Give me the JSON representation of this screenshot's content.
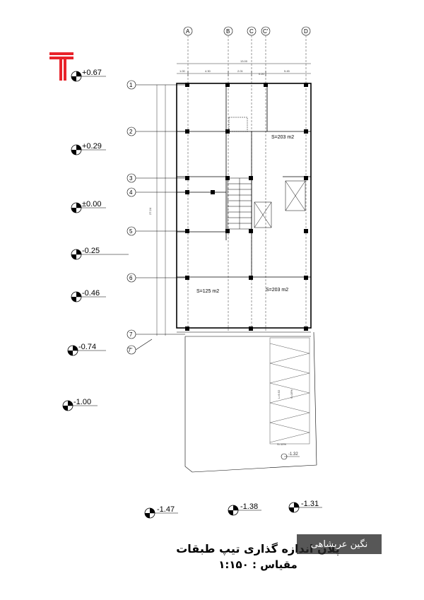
{
  "plan": {
    "grid_cols": [
      "A",
      "B",
      "C",
      "C'",
      "D"
    ],
    "grid_rows": [
      "1",
      "2",
      "3",
      "4",
      "5",
      "6",
      "7",
      "7'"
    ],
    "levels": [
      "+0.67",
      "+0.29",
      "±0.00",
      "-0.25",
      "-0.46",
      "-0.74",
      "-1.00",
      "-1.47",
      "-1.38",
      "-1.31",
      "-1.32"
    ],
    "areas": [
      "S=203 m2",
      "S=125 m2",
      "S=203 m2"
    ],
    "top_dims": [
      "13.00",
      "1.00",
      "4.30",
      "2.01",
      "0.20",
      "5.45"
    ],
    "overall_depth": "27.24",
    "ramp": [
      "L=9.52",
      "S=15%",
      "S=10%"
    ]
  },
  "title": {
    "line1": "پلان اندازه گذاری تیپ طبقات",
    "line2": "مقیاس : ۱:۱۵۰"
  },
  "watermark": "نگین عربشاهی",
  "colors": {
    "logo": "#e8232a",
    "line": "#000000",
    "hatch": "#555555"
  }
}
